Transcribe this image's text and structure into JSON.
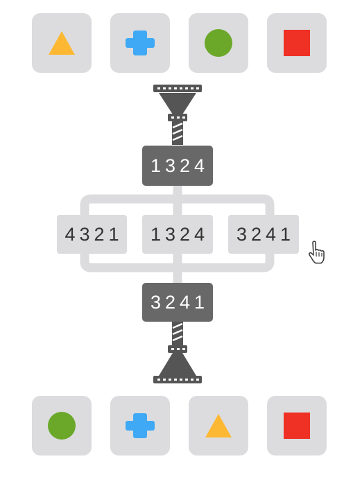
{
  "top_row": {
    "tiles": [
      {
        "shape": "triangle",
        "color": "#FDB833"
      },
      {
        "shape": "plus",
        "color": "#3FA9F5"
      },
      {
        "shape": "circle",
        "color": "#6BA82A"
      },
      {
        "shape": "square",
        "color": "#EE3124"
      }
    ]
  },
  "input_code": "1324",
  "options": [
    "4321",
    "1324",
    "3241"
  ],
  "output_code": "3241",
  "bottom_row": {
    "tiles": [
      {
        "shape": "circle",
        "color": "#6BA82A"
      },
      {
        "shape": "plus",
        "color": "#3FA9F5"
      },
      {
        "shape": "triangle",
        "color": "#FDB833"
      },
      {
        "shape": "square",
        "color": "#EE3124"
      }
    ]
  },
  "icons": {
    "top_funnel": "funnel-icon",
    "bottom_funnel": "funnel-icon",
    "cursor": "hand-pointer-icon"
  },
  "colors": {
    "tile_bg": "#DCDCDE",
    "code_dark_bg": "#686868",
    "pipe": "#DCDCDE",
    "machine": "#555555"
  }
}
